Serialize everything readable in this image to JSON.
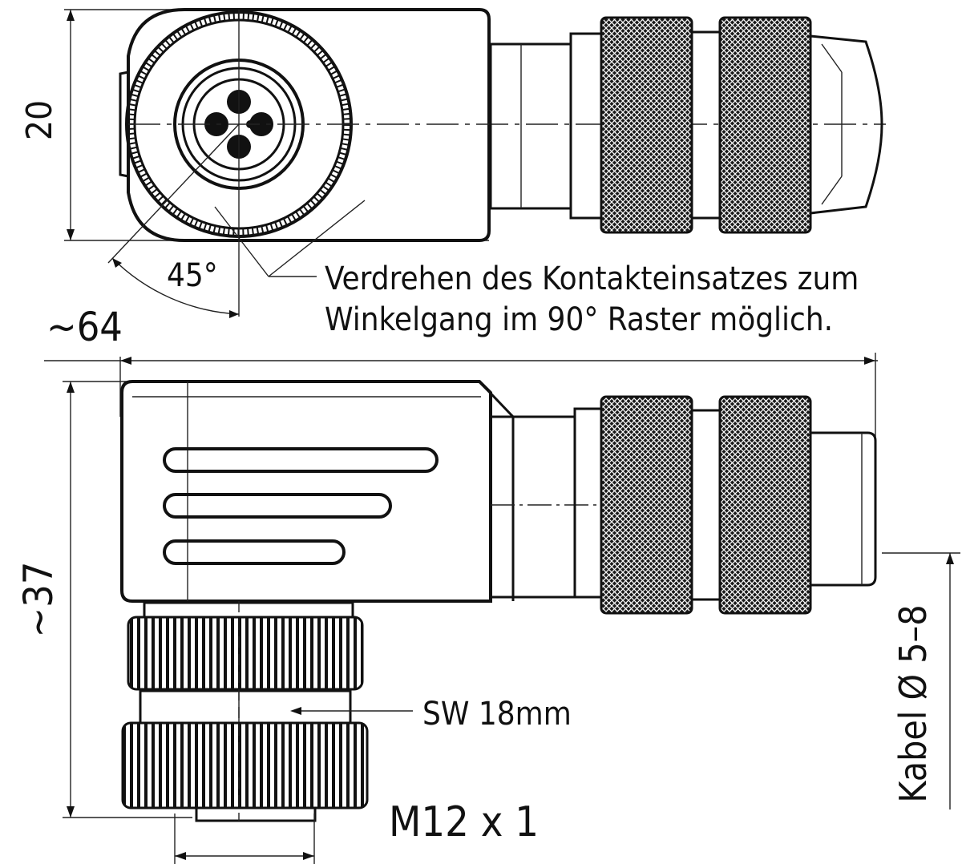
{
  "labels": {
    "height_top": "20",
    "angle": "45°",
    "note_line1": "Verdrehen des Kontakteinsatzes zum",
    "note_line2": "Winkelgang im 90° Raster möglich.",
    "length": "~64",
    "height_side": "~37",
    "wrench": "SW 18mm",
    "thread": "M12 x 1",
    "cable": "Kabel Ø 5–8"
  }
}
